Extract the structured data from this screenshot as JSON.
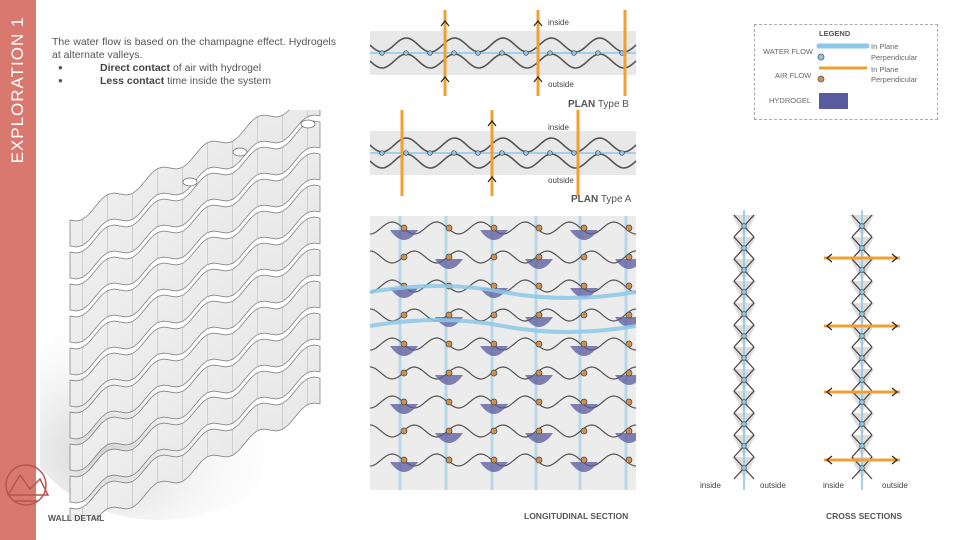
{
  "sidebar": {
    "title": "EXPLORATION 1",
    "color": "#d9786f"
  },
  "intro": {
    "text": "The water flow is based on the champagne effect. Hydrogels at alternate valleys.",
    "bullets": [
      {
        "bold": "Direct contact",
        "rest": " of air with hydrogel"
      },
      {
        "bold": "Less contact",
        "rest": " time inside the system"
      }
    ]
  },
  "plan_b": {
    "label_bold": "PLAN",
    "label_rest": " Type B",
    "inside": "inside",
    "outside": "outside"
  },
  "plan_a": {
    "label_bold": "PLAN",
    "label_rest": " Type A",
    "inside": "inside",
    "outside": "outside"
  },
  "legend": {
    "title": "LEGEND",
    "water_flow": "WATER FLOW",
    "air_flow": "AIR FLOW",
    "hydrogel": "HYDROGEL",
    "in_plane": "In Plane",
    "perpendicular": "Perpendicular",
    "in_plane_2": "In Plane",
    "perpendicular_2": "Perpendicular"
  },
  "cross": {
    "inside_1": "inside",
    "outside_1": "outside",
    "inside_2": "inside",
    "outside_2": "outside"
  },
  "captions": {
    "wall_detail": "WALL DETAIL",
    "longitudinal": "LONGITUDINAL SECTION",
    "cross_sections": "CROSS SECTIONS"
  },
  "colors": {
    "water": "#8cc8e8",
    "air": "#f0a030",
    "hydrogel": "#5a5a9e",
    "sidebar": "#d9786f"
  }
}
